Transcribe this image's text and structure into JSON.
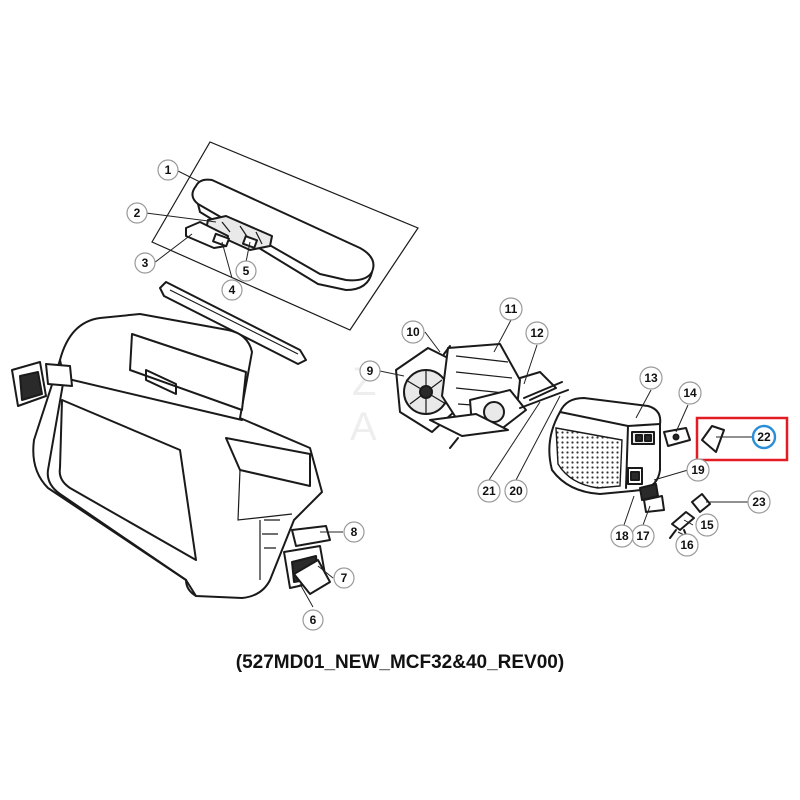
{
  "caption": "(527MD01_NEW_MCF32&40_REV00)",
  "highlight_color": "#e31b23",
  "highlight_badge_color": "#2a8fd6",
  "watermark_letters": [
    "Z",
    "A"
  ],
  "callouts": {
    "p1": "1",
    "p2": "2",
    "p3": "3",
    "p4": "4",
    "p5": "5",
    "p6": "6",
    "p7": "7",
    "p8": "8",
    "p9": "9",
    "p10": "10",
    "p11": "11",
    "p12": "12",
    "p13": "13",
    "p14": "14",
    "p15": "15",
    "p16": "16",
    "p17": "17",
    "p18": "18",
    "p19": "19",
    "p20": "20",
    "p21": "21",
    "p22": "22",
    "p23": "23"
  }
}
